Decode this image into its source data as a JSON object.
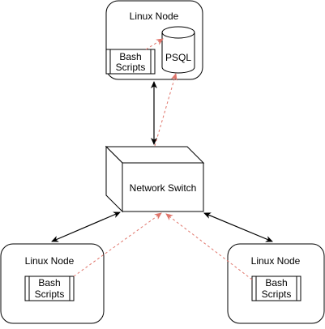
{
  "nodes": {
    "top": {
      "title": "Linux Node",
      "scripts_label_line1": "Bash",
      "scripts_label_line2": "Scripts",
      "db_label": "PSQL"
    },
    "left": {
      "title": "Linux Node",
      "scripts_label_line1": "Bash",
      "scripts_label_line2": "Scripts"
    },
    "right": {
      "title": "Linux Node",
      "scripts_label_line1": "Bash",
      "scripts_label_line2": "Scripts"
    }
  },
  "switch": {
    "label": "Network Switch"
  },
  "colors": {
    "link": "#000000",
    "script_flow": "#e0756b"
  }
}
